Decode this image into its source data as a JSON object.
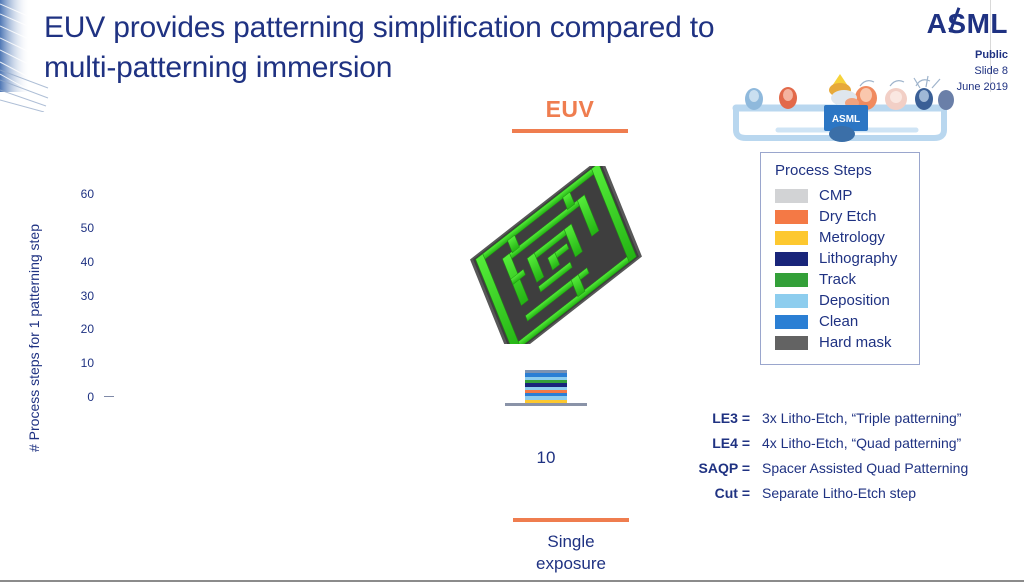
{
  "header": {
    "title_line1": "EUV provides patterning simplification compared to",
    "title_line2": "multi-patterning immersion",
    "logo": "ASML",
    "classification": "Public",
    "slide": "Slide 8",
    "date": "June 2019"
  },
  "column": {
    "heading": "EUV",
    "category_line1": "Single",
    "category_line2": "exposure",
    "value_label": "10"
  },
  "legend": {
    "title": "Process Steps",
    "items": [
      {
        "label": "CMP",
        "color": "#d2d3d5"
      },
      {
        "label": "Dry Etch",
        "color": "#f47945"
      },
      {
        "label": "Metrology",
        "color": "#fdc82f"
      },
      {
        "label": "Lithography",
        "color": "#19257a"
      },
      {
        "label": "Track",
        "color": "#33a039"
      },
      {
        "label": "Deposition",
        "color": "#8dcdee"
      },
      {
        "label": "Clean",
        "color": "#2b7fd4"
      },
      {
        "label": "Hard mask",
        "color": "#636363"
      }
    ]
  },
  "axis": {
    "label": "# Process steps  for 1 patterning step",
    "ticks": [
      "60",
      "50",
      "40",
      "30",
      "20",
      "10",
      "0"
    ],
    "max": 60
  },
  "abbreviations": [
    {
      "key": "LE3 =",
      "value": "3x Litho-Etch, “Triple patterning”"
    },
    {
      "key": "LE4 =",
      "value": "4x Litho-Etch, “Quad patterning”"
    },
    {
      "key": "SAQP =",
      "value": "Spacer Assisted Quad Patterning"
    },
    {
      "key": "Cut =",
      "value": "Separate Litho-Etch step"
    }
  ],
  "colors": {
    "brand_navy": "#1f3282",
    "accent_orange": "#ef7d4f",
    "maze_green": "#3fdb29",
    "maze_base": "#4a4a4a"
  },
  "chart_data": {
    "type": "bar",
    "title": "EUV",
    "categories": [
      "Single exposure"
    ],
    "values": [
      10
    ],
    "xlabel": "",
    "ylabel": "# Process steps  for 1 patterning step",
    "ylim": [
      0,
      60
    ],
    "ytick_values": [
      0,
      10,
      20,
      30,
      40,
      50,
      60
    ],
    "grid": false,
    "legend_position": "top-right",
    "stack_labels": [
      "CMP",
      "Dry Etch",
      "Metrology",
      "Lithography",
      "Track",
      "Deposition",
      "Clean",
      "Hard mask"
    ],
    "stack_segments": [
      {
        "step": "Metrology",
        "color": "#fdc82f",
        "value": 1
      },
      {
        "step": "Deposition",
        "color": "#8dcdee",
        "value": 1
      },
      {
        "step": "Clean",
        "color": "#2b7fd4",
        "value": 1
      },
      {
        "step": "Dry Etch",
        "color": "#f47945",
        "value": 1
      },
      {
        "step": "Deposition",
        "color": "#8dcdee",
        "value": 1
      },
      {
        "step": "Lithography",
        "color": "#19257a",
        "value": 1
      },
      {
        "step": "Track",
        "color": "#33a039",
        "value": 1
      },
      {
        "step": "Deposition",
        "color": "#8dcdee",
        "value": 1
      },
      {
        "step": "Clean",
        "color": "#2b7fd4",
        "value": 1
      },
      {
        "step": "Hard mask",
        "color": "#7d93b2",
        "value": 1
      }
    ]
  }
}
